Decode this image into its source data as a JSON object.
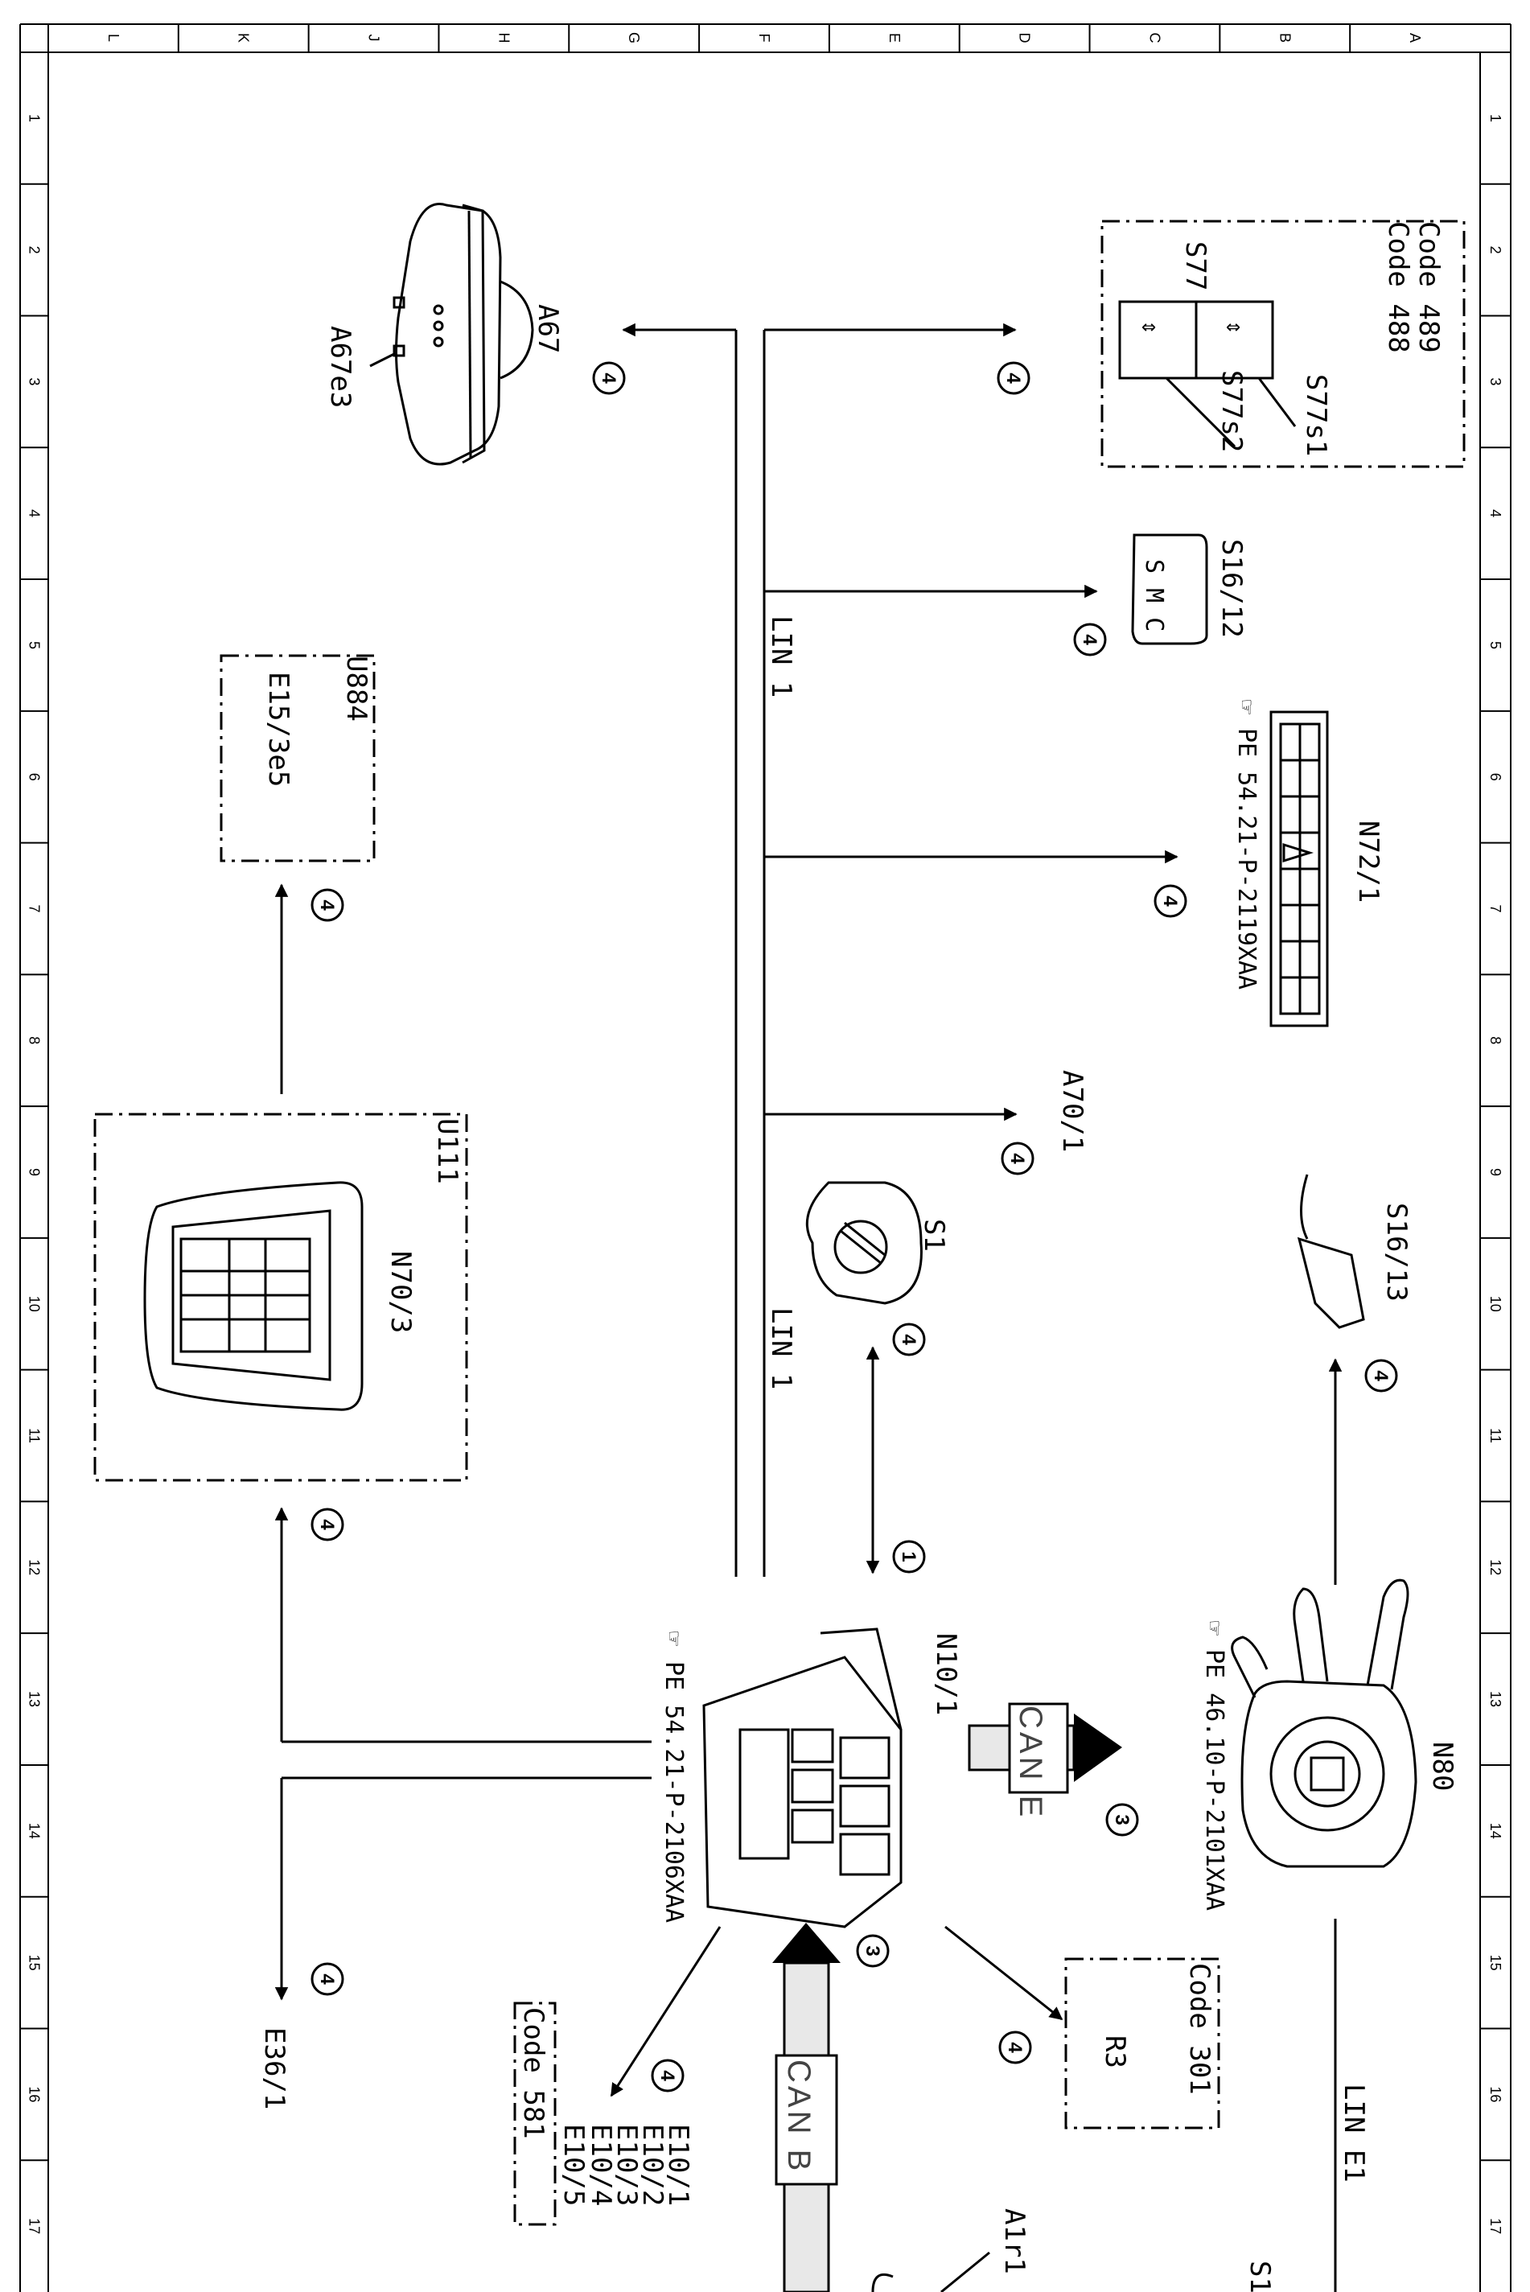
{
  "colors": {
    "line": "#000000",
    "can_band": "#dddddd",
    "paper": "#ffffff"
  },
  "border": {
    "columns": [
      "L",
      "K",
      "J",
      "H",
      "G",
      "F",
      "E",
      "D",
      "C",
      "B",
      "A"
    ],
    "rows": [
      "1",
      "2",
      "3",
      "4",
      "5",
      "6",
      "7",
      "8",
      "9",
      "10",
      "11",
      "12",
      "13",
      "14",
      "15",
      "16",
      "17"
    ]
  },
  "components": {
    "a67": {
      "label": "A67",
      "sub": "A67e3"
    },
    "s77": {
      "code1": "Code 488",
      "code2": "Code 489",
      "label": "S77",
      "s1": "S77s1",
      "s2": "S77s2"
    },
    "s16_12": {
      "label": "S16/12",
      "icon_text": "S M C"
    },
    "n72_1": {
      "label": "N72/1",
      "ref": "PE 54.21-P-2119XAA"
    },
    "a70_1": {
      "label": "A70/1"
    },
    "s1": {
      "label": "S1"
    },
    "s16_13": {
      "label": "S16/13"
    },
    "u884": {
      "label": "U884",
      "sub": "E15/3e5"
    },
    "u111": {
      "label": "U111",
      "sub": "N70/3"
    },
    "n10_1": {
      "label": "N10/1",
      "ref": "PE 54.21-P-2106XAA"
    },
    "n80": {
      "label": "N80",
      "ref": "PE 46.10-P-2101XAA"
    },
    "r3": {
      "code": "Code 301",
      "label": "R3"
    },
    "e10": {
      "code": "Code 581",
      "items": [
        "E10/1",
        "E10/2",
        "E10/3",
        "E10/4",
        "E10/5"
      ]
    },
    "e36_1": {
      "label": "E36/1"
    },
    "a1r1": {
      "label": "A1r1"
    },
    "s_partial": {
      "label": "S1"
    }
  },
  "buses": {
    "lin1_a": "LIN 1",
    "lin1_b": "LIN 1",
    "lin_e1": "LIN E1",
    "can_e": "CAN E",
    "can_b": "CAN B"
  },
  "markers": {
    "m1": "1",
    "m3": "3",
    "m4": "4"
  }
}
